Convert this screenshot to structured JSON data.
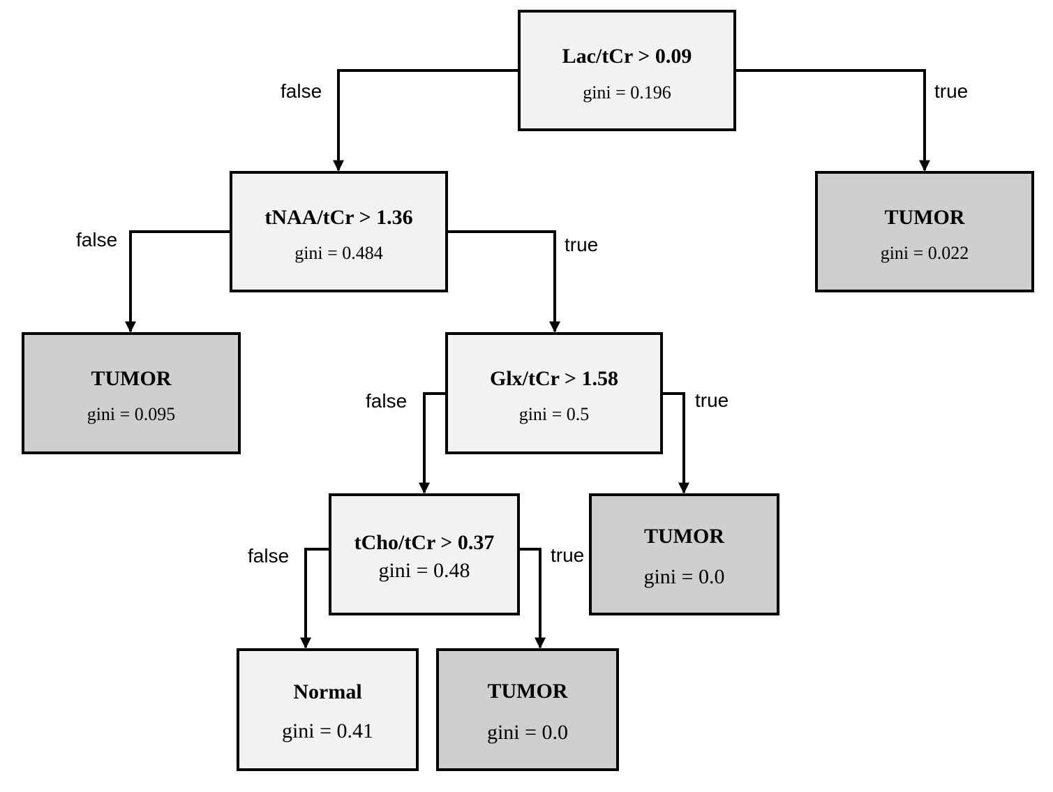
{
  "nodes": {
    "root": {
      "title": "Lac/tCr > 0.09",
      "gini": "gini = 0.196"
    },
    "leaf_right_top": {
      "title": "TUMOR",
      "gini": "gini = 0.022"
    },
    "tnaa": {
      "title": "tNAA/tCr > 1.36",
      "gini": "gini = 0.484"
    },
    "leaf_left": {
      "title": "TUMOR",
      "gini": "gini = 0.095"
    },
    "glx": {
      "title": "Glx/tCr > 1.58",
      "gini": "gini = 0.5"
    },
    "leaf_glx_true": {
      "title": "TUMOR",
      "gini": "gini = 0.0"
    },
    "tcho": {
      "title": "tCho/tCr > 0.37",
      "gini": "gini = 0.48"
    },
    "leaf_normal": {
      "title": "Normal",
      "gini": "gini = 0.41"
    },
    "leaf_tcho_true": {
      "title": "TUMOR",
      "gini": "gini = 0.0"
    }
  },
  "edges": {
    "root_false": "false",
    "root_true": "true",
    "tnaa_false": "false",
    "tnaa_true": "true",
    "glx_false": "false",
    "glx_true": "true",
    "tcho_false": "false",
    "tcho_true": "true"
  },
  "colors": {
    "split_fill": "#f2f2f2",
    "tumor_fill": "#cfcfcf",
    "line": "#000000"
  }
}
